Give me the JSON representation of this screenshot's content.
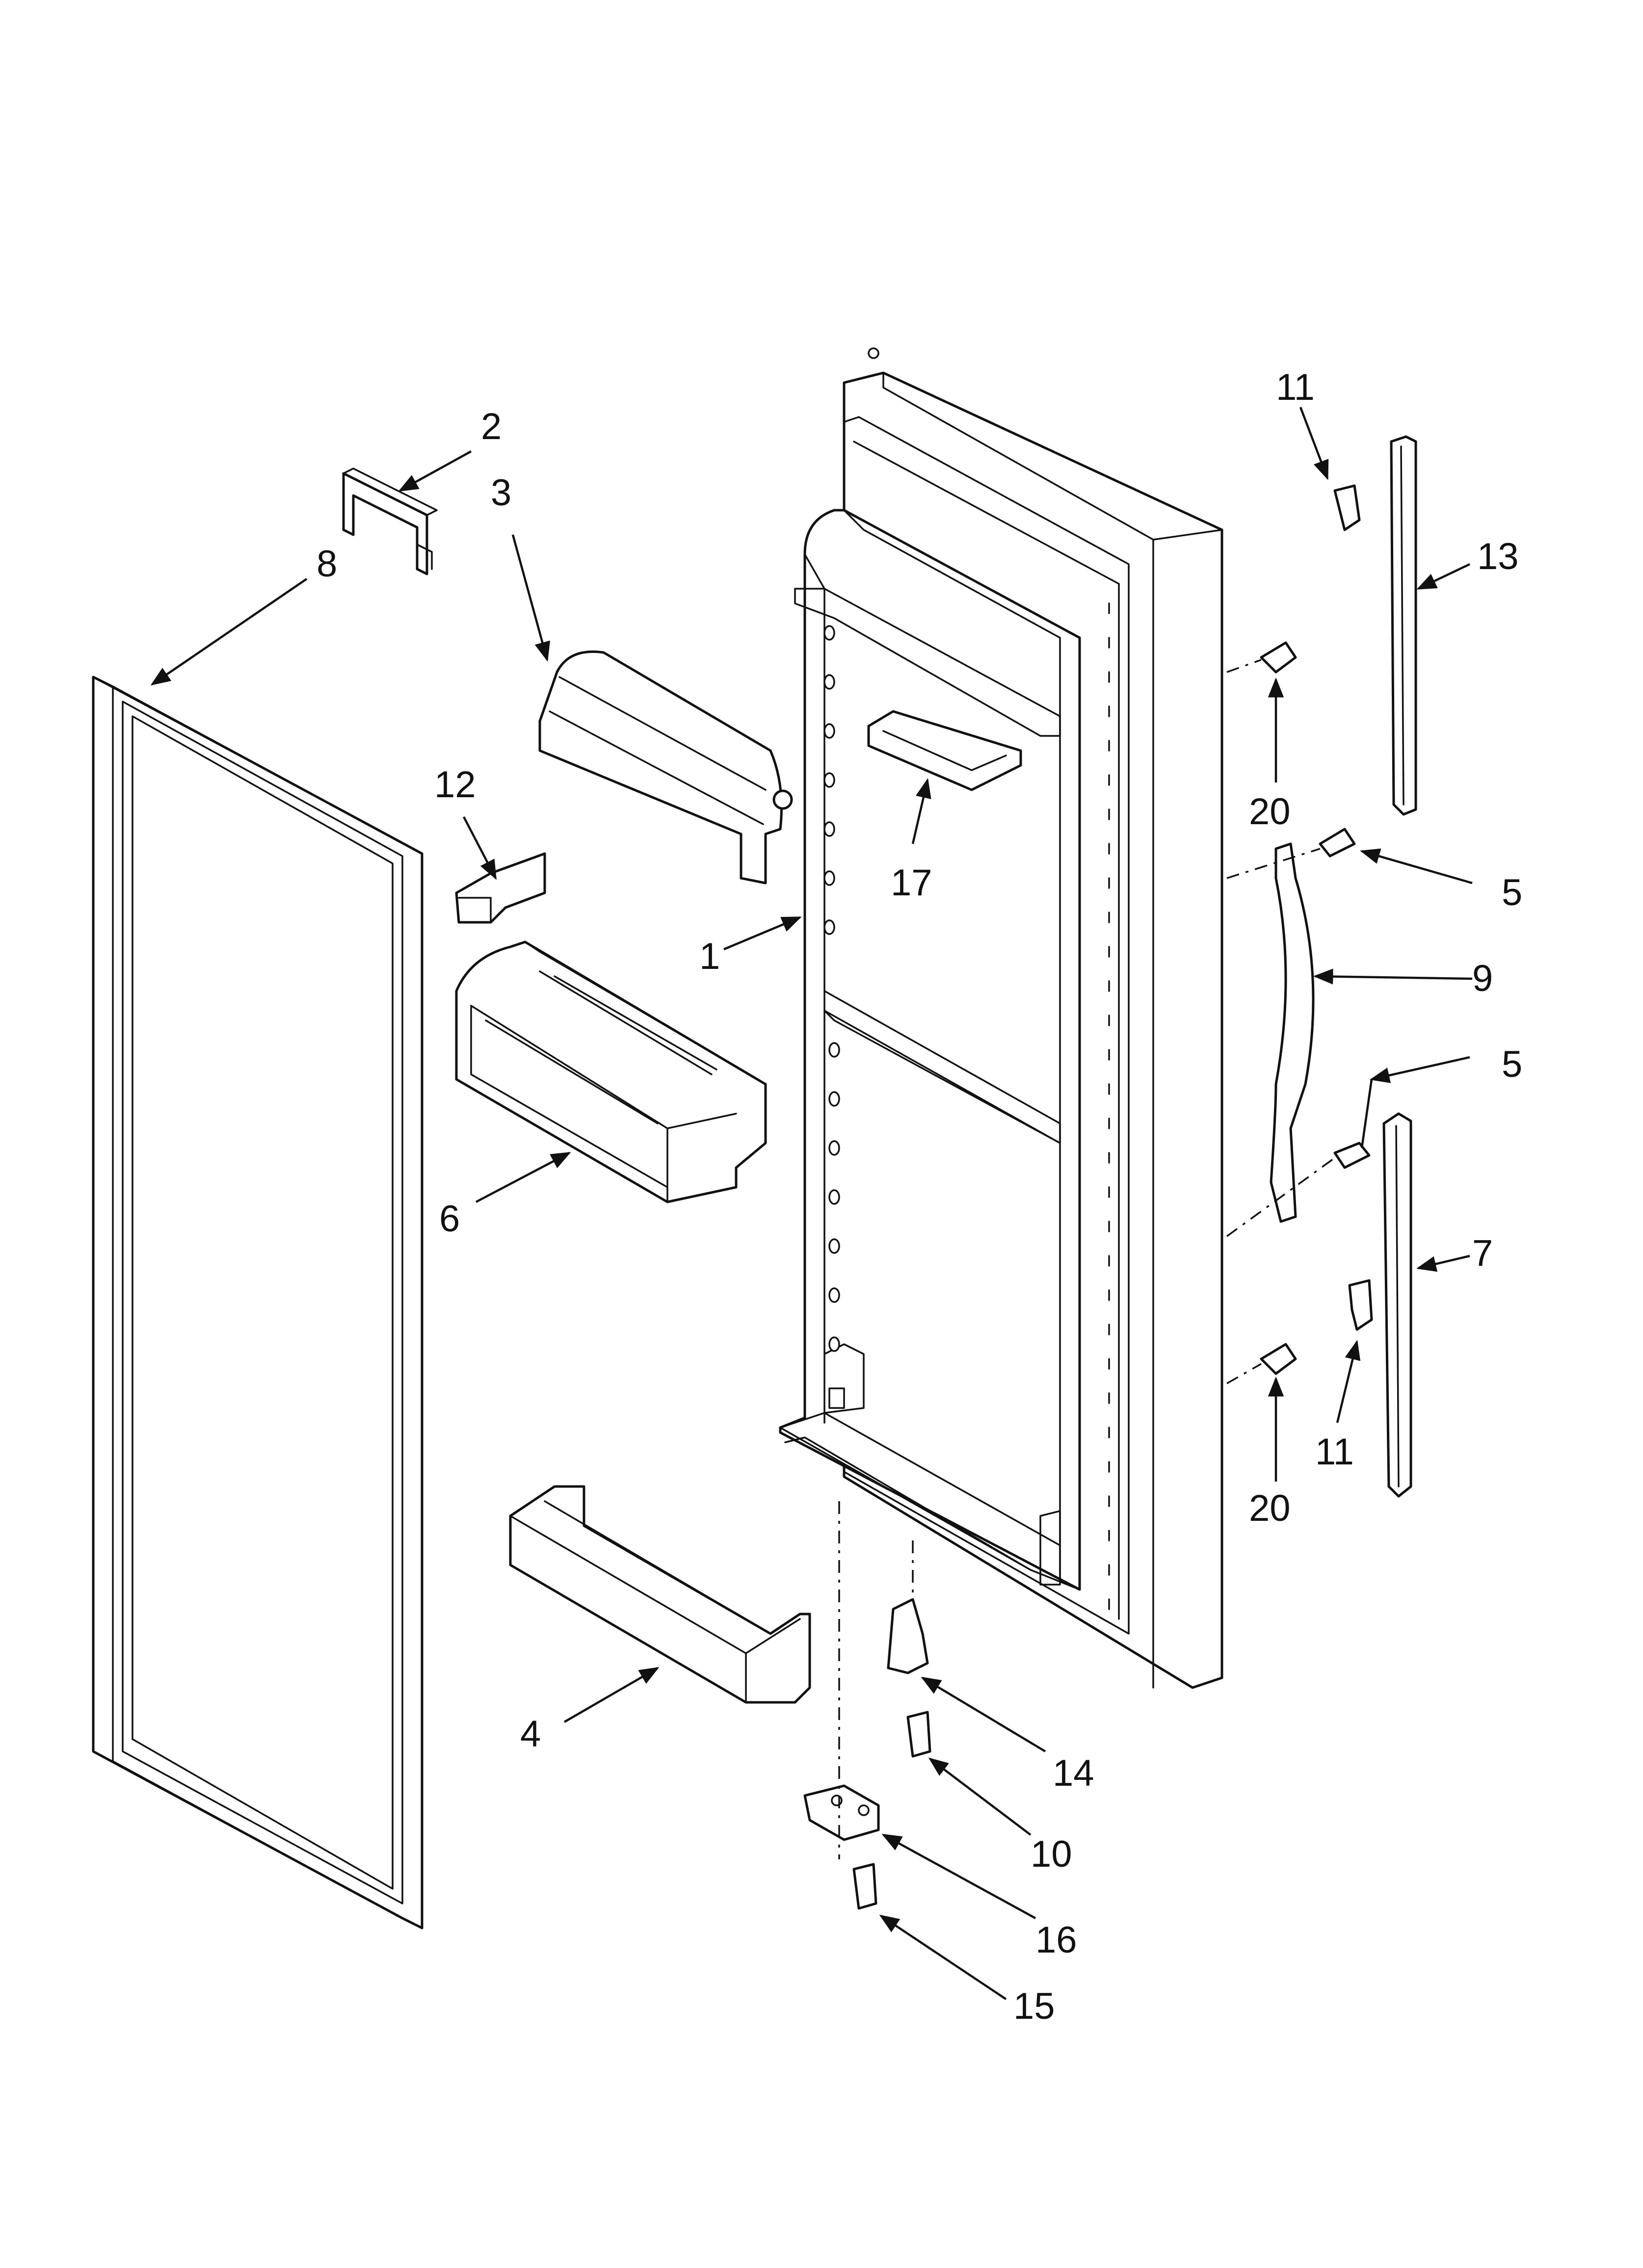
{
  "callouts": {
    "c1": "1",
    "c2": "2",
    "c3": "3",
    "c4": "4",
    "c5a": "5",
    "c5b": "5",
    "c6": "6",
    "c7": "7",
    "c8": "8",
    "c9": "9",
    "c10": "10",
    "c11a": "11",
    "c11b": "11",
    "c12": "12",
    "c13": "13",
    "c14": "14",
    "c15": "15",
    "c16": "16",
    "c17": "17",
    "c20a": "20",
    "c20b": "20"
  },
  "colors": {
    "line": "#111111",
    "background": "#ffffff"
  }
}
